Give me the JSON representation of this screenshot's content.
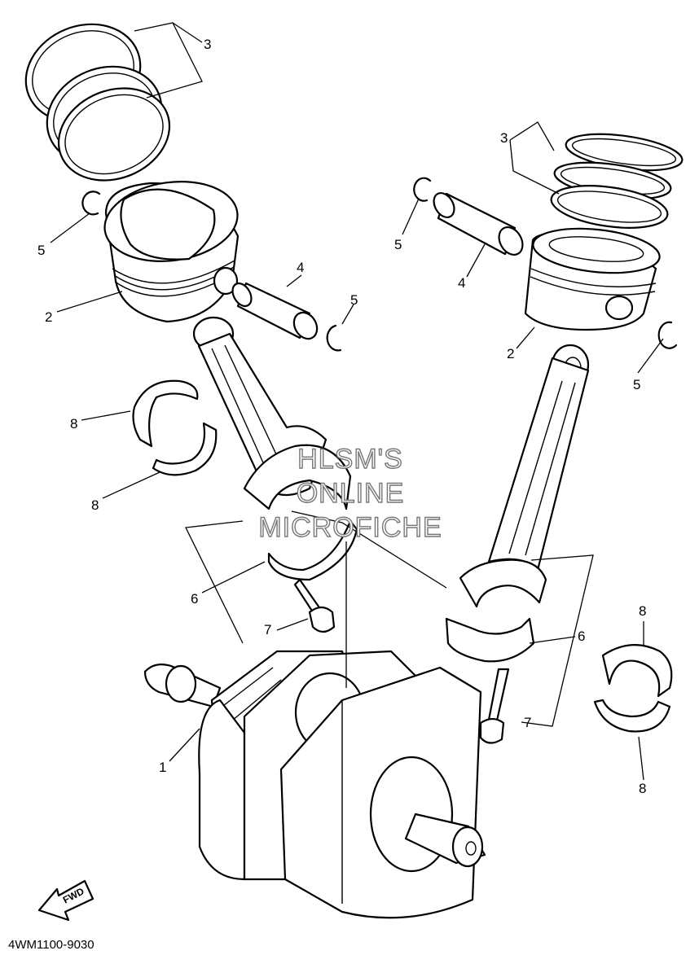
{
  "callouts": {
    "c3_left": "3",
    "c5_left_upper": "5",
    "c2_left": "2",
    "c4_left": "4",
    "c5_left_lower": "5",
    "c8_left_upper": "8",
    "c8_left_lower": "8",
    "c6_left": "6",
    "c7_left": "7",
    "c1": "1",
    "c3_right": "3",
    "c5_right_upper": "5",
    "c4_right": "4",
    "c2_right": "2",
    "c5_right_lower": "5",
    "c8_right_upper": "8",
    "c6_right": "6",
    "c7_right": "7",
    "c8_right_lower": "8"
  },
  "watermark": {
    "line1": "HLSM'S",
    "line2": "ONLINE",
    "line3": "MICROFICHE"
  },
  "fwd_label": "FWD",
  "diagram_code": "4WM1100-9030"
}
